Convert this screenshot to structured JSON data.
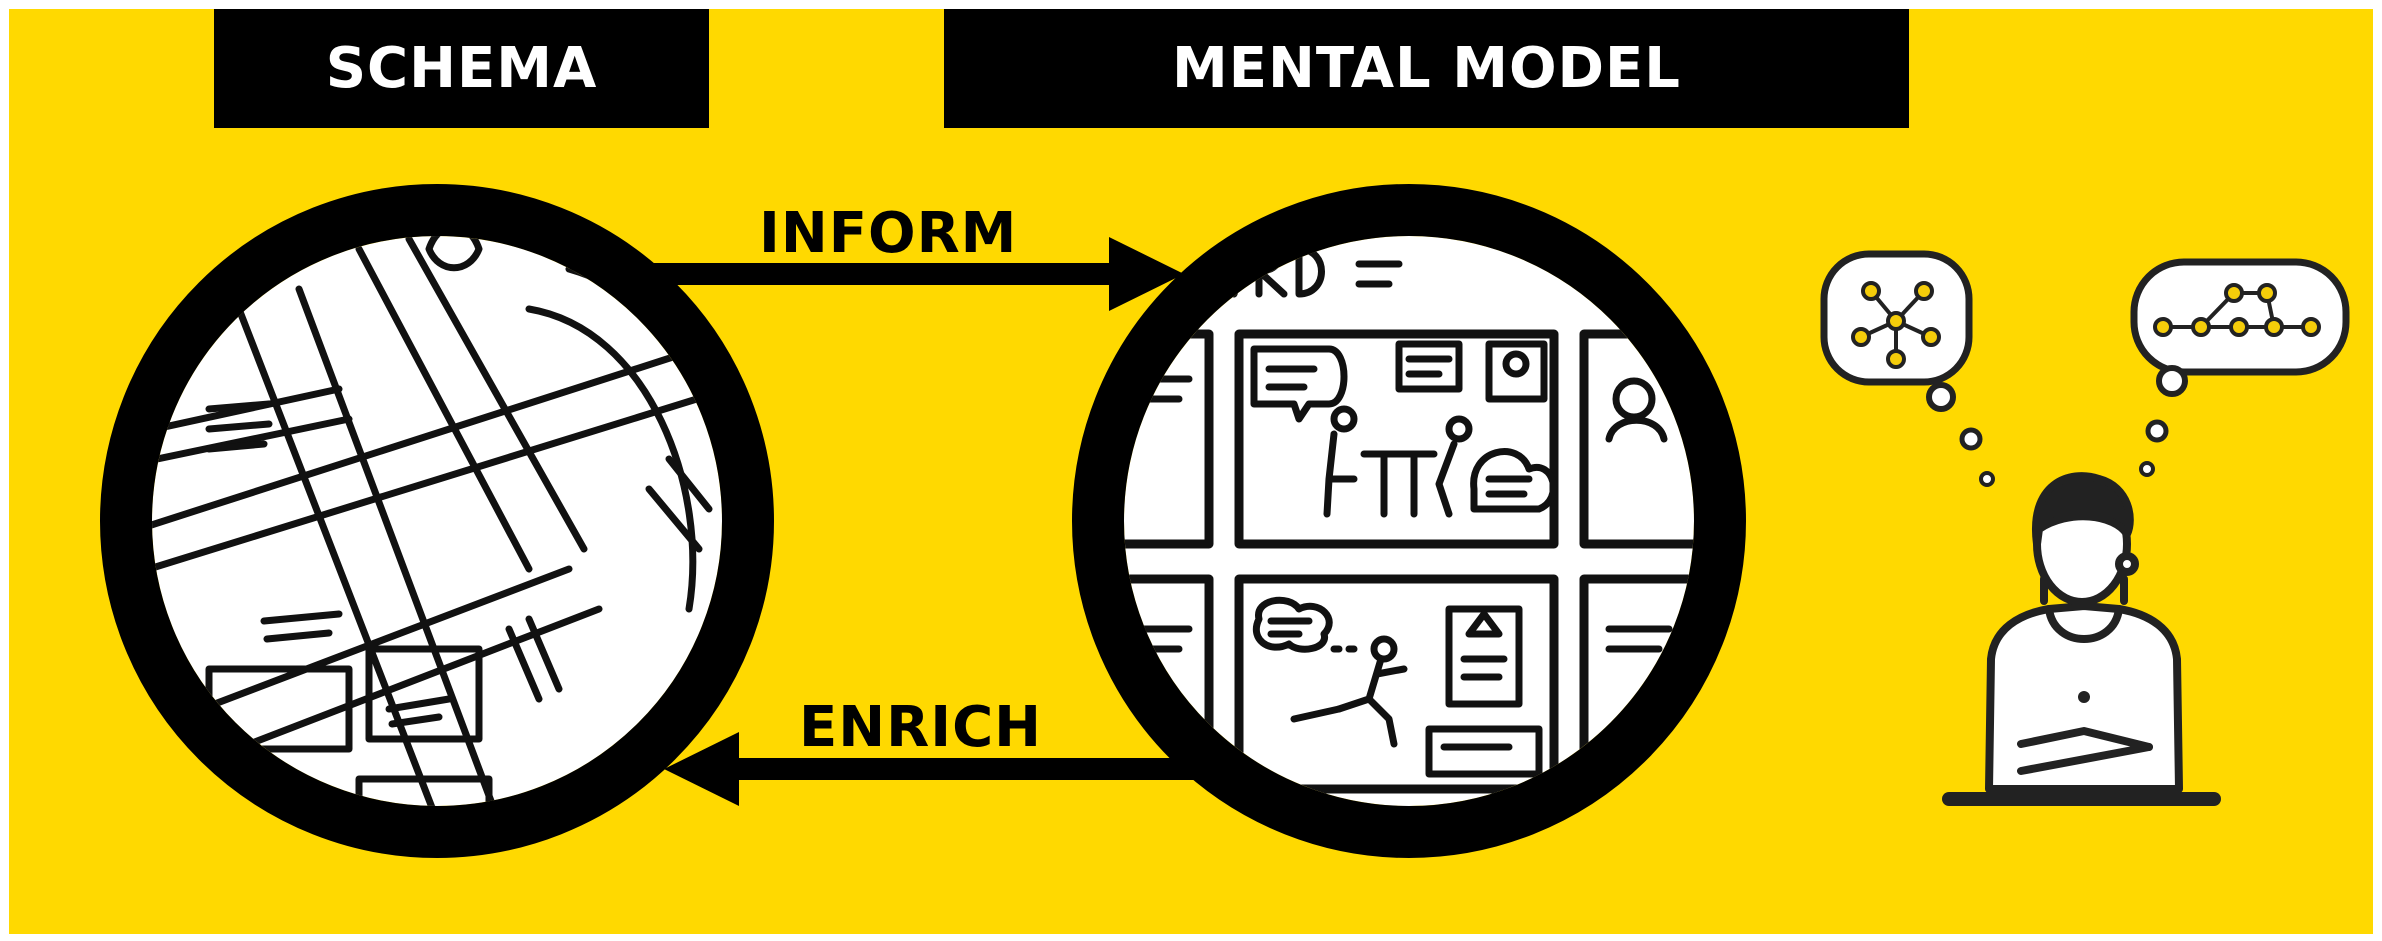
{
  "labels": {
    "schema": "SCHEMA",
    "mental_model": "MENTAL MODEL"
  },
  "arrows": {
    "inform": "INFORM",
    "enrich": "ENRICH"
  },
  "colors": {
    "background": "#ffd900",
    "ink": "#000000",
    "node_fill": "#f5cd0a"
  },
  "illustrations": {
    "left_circle": "street-map-sketch",
    "right_circle": "storyboard-sketch",
    "right_figure": "thinking-person"
  }
}
